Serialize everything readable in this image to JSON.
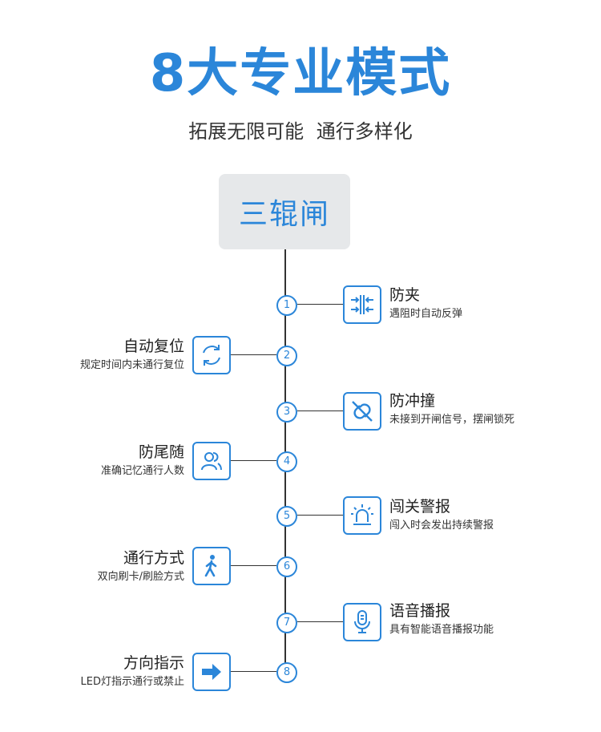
{
  "header": {
    "title": "8大专业模式",
    "subtitle": "拓展无限可能  通行多样化"
  },
  "product": {
    "name": "三辊闸"
  },
  "colors": {
    "accent": "#2b86d9",
    "box_bg": "#e6e8ea",
    "line": "#333333"
  },
  "modes": [
    {
      "num": "1",
      "title": "防夹",
      "desc": "遇阻时自动反弹",
      "icon": "anti-pinch-icon"
    },
    {
      "num": "2",
      "title": "自动复位",
      "desc": "规定时间内未通行复位",
      "icon": "refresh-icon"
    },
    {
      "num": "3",
      "title": "防冲撞",
      "desc": "未接到开闸信号，摆闸锁死",
      "icon": "broken-link-icon"
    },
    {
      "num": "4",
      "title": "防尾随",
      "desc": "准确记忆通行人数",
      "icon": "users-icon"
    },
    {
      "num": "5",
      "title": "闯关警报",
      "desc": "闯入时会发出持续警报",
      "icon": "alarm-light-icon"
    },
    {
      "num": "6",
      "title": "通行方式",
      "desc": "双向刷卡/刷脸方式",
      "icon": "walking-person-icon"
    },
    {
      "num": "7",
      "title": "语音播报",
      "desc": "具有智能语音播报功能",
      "icon": "microphone-icon"
    },
    {
      "num": "8",
      "title": "方向指示",
      "desc": "LED灯指示通行或禁止",
      "icon": "arrow-right-icon"
    }
  ]
}
